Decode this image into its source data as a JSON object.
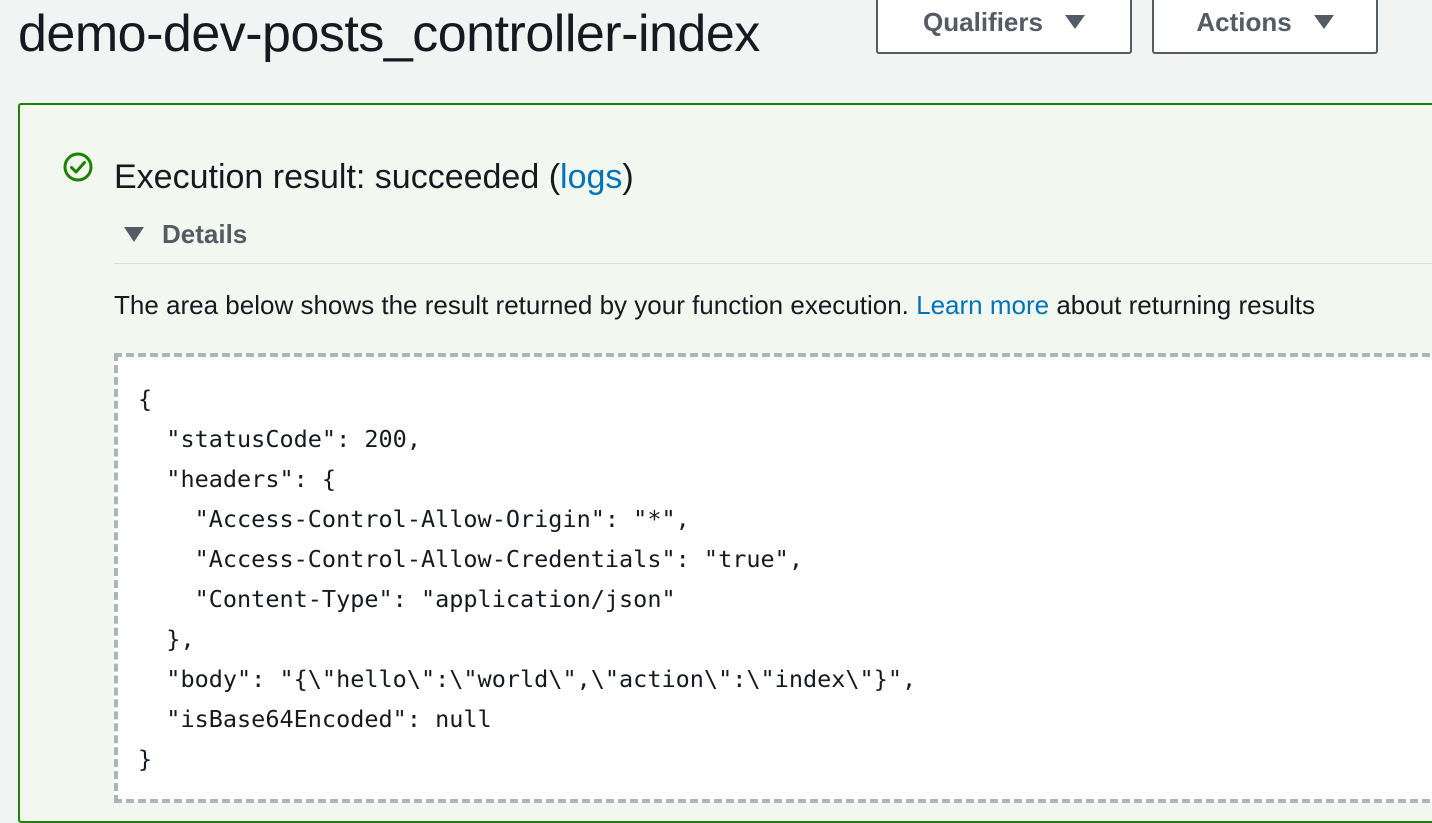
{
  "header": {
    "title": "demo-dev-posts_controller-index",
    "qualifiers_label": "Qualifiers",
    "actions_label": "Actions"
  },
  "result": {
    "status_icon": "check-circle-icon",
    "title_prefix": "Execution result: succeeded (",
    "logs_link": "logs",
    "title_suffix": ")",
    "details_label": "Details",
    "description_prefix": "The area below shows the result returned by your function execution. ",
    "learn_more_link": "Learn more",
    "description_suffix": " about returning results",
    "code_lines": [
      "{",
      "  \"statusCode\": 200,",
      "  \"headers\": {",
      "    \"Access-Control-Allow-Origin\": \"*\",",
      "    \"Access-Control-Allow-Credentials\": \"true\",",
      "    \"Content-Type\": \"application/json\"",
      "  },",
      "  \"body\": \"{\\\"hello\\\":\\\"world\\\",\\\"action\\\":\\\"index\\\"}\",",
      "  \"isBase64Encoded\": null",
      "}"
    ]
  },
  "colors": {
    "success": "#1d8102",
    "link": "#0073bb",
    "panel_background": "#f2f8f0",
    "button_text": "#545b64"
  }
}
